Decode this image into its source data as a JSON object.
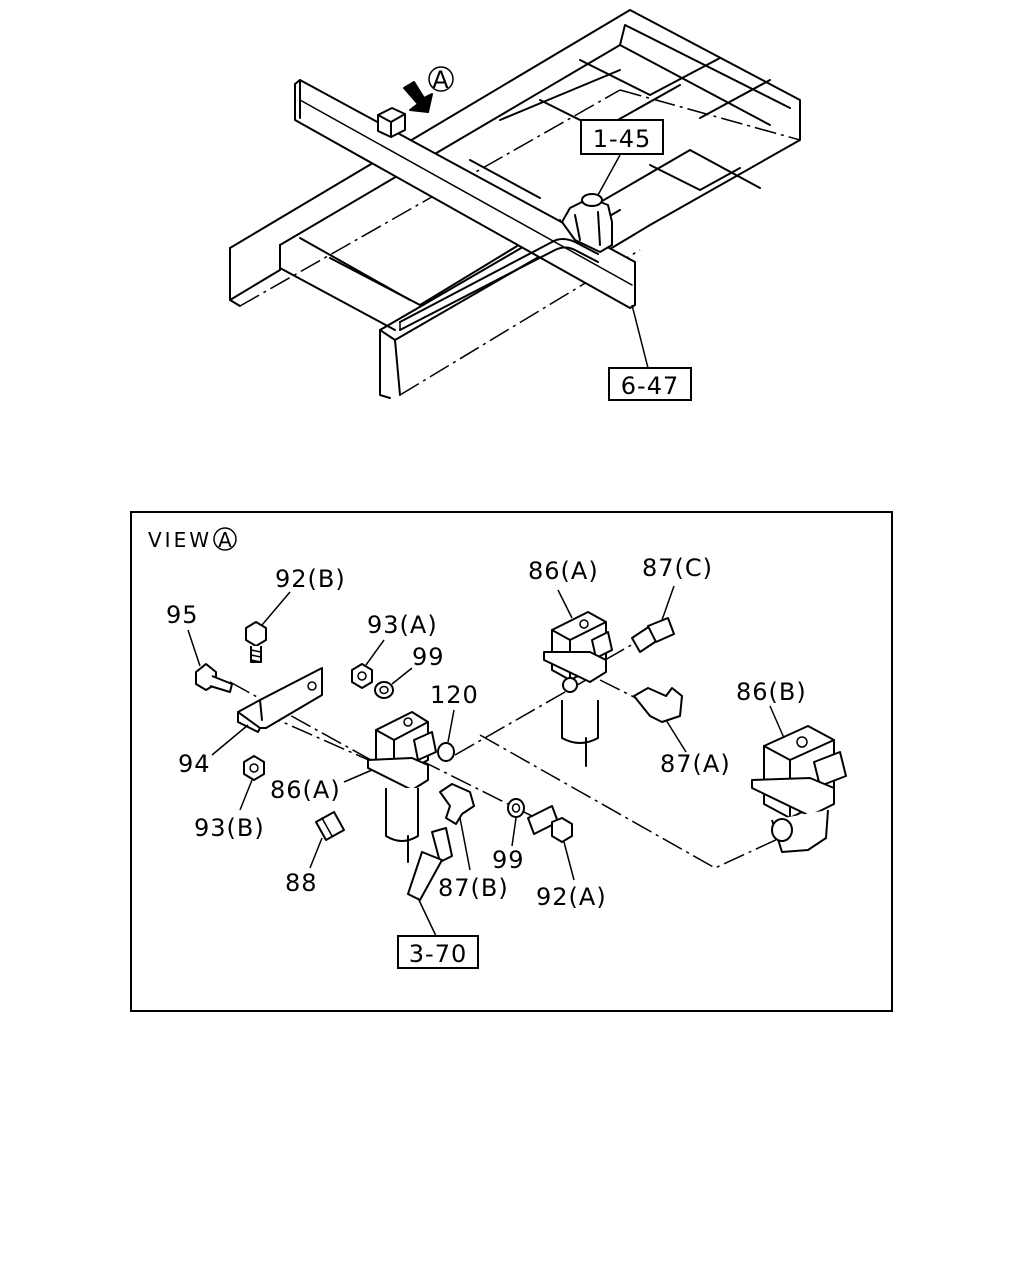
{
  "upper": {
    "view_marker": "A",
    "ref_1_45": "1-45",
    "ref_6_47": "6-47"
  },
  "view": {
    "title": "VIEW",
    "marker": "A",
    "labels": {
      "p92b": "92(B)",
      "p95": "95",
      "p93a": "93(A)",
      "p99_top": "99",
      "p120": "120",
      "p86a_top": "86(A)",
      "p87c": "87(C)",
      "p86b": "86(B)",
      "p94": "94",
      "p86a_left": "86(A)",
      "p87a": "87(A)",
      "p93b": "93(B)",
      "p88": "88",
      "p87b": "87(B)",
      "p99_bottom": "99",
      "p92a": "92(A)",
      "ref_3_70": "3-70"
    }
  }
}
